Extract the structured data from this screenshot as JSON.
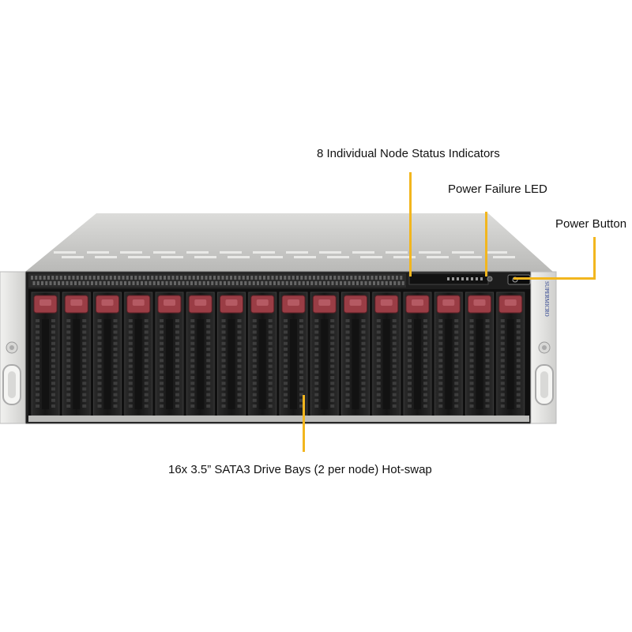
{
  "callouts": {
    "node_status": "8 Individual Node Status Indicators",
    "power_failure": "Power Failure LED",
    "power_button": "Power Button",
    "drive_bays": "16x 3.5” SATA3 Drive Bays (2 per node) Hot-swap"
  },
  "brand_text": "SUPERMICRO",
  "bays": {
    "count": 16
  },
  "status_leds": {
    "count": 8
  },
  "colors": {
    "leader": "#f2b61e",
    "chassis_top": "#c9c9c7",
    "front_panel": "#1d1d1d",
    "tray_latch": "#9a3d45",
    "rack_ear": "#e4e4e2"
  }
}
